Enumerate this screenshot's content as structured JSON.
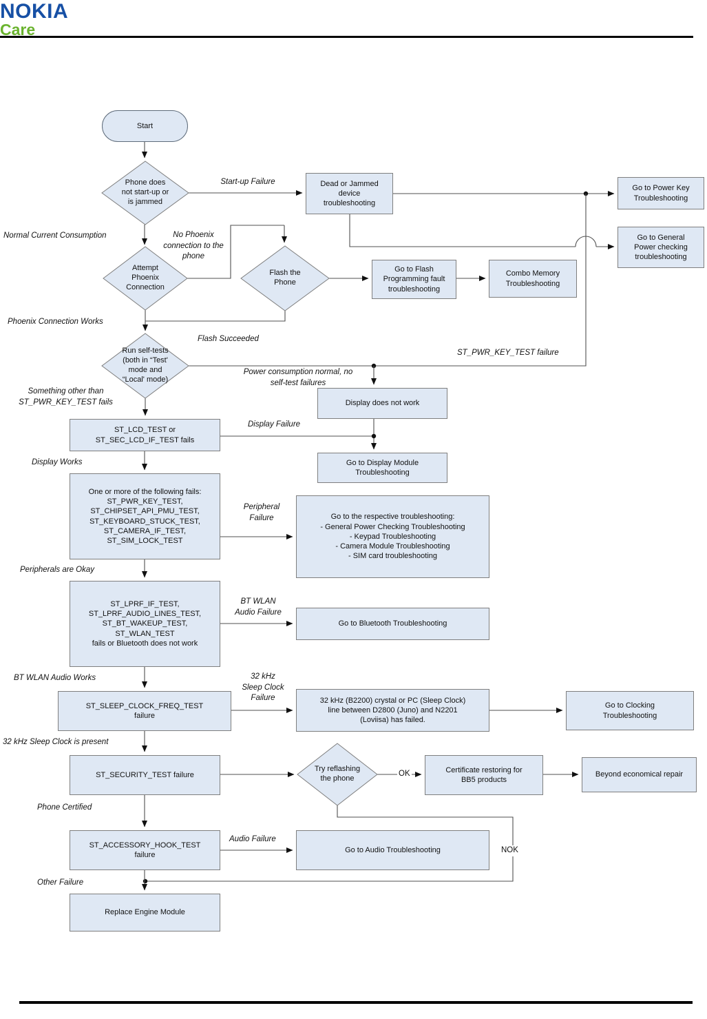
{
  "header": {
    "brand": "NOKIA",
    "product": "Care"
  },
  "colors": {
    "brand_blue": "#1750a5",
    "brand_green": "#6ab32e",
    "node_fill": "#dfe8f4",
    "node_border": "#7e7e7e",
    "connector": "#4f4f4f"
  },
  "nodes": {
    "start": "Start",
    "phone_jam": "Phone does\nnot start-up or\nis jammed",
    "dead_jammed": "Dead or Jammed\ndevice\ntroubleshooting",
    "power_key": "Go to Power Key\nTroubleshooting",
    "general_power": "Go to General\nPower checking\ntroubleshooting",
    "attempt_phoenix": "Attempt\nPhoenix\nConnection",
    "flash_phone": "Flash the\nPhone",
    "flash_fault": "Go to Flash\nProgramming fault\ntroubleshooting",
    "combo_memory": "Combo Memory\nTroubleshooting",
    "self_tests": "Run self-tests\n(both in “Test'\nmode and\n“Local' mode)",
    "display_not_work": "Display does not work",
    "lcd_test": "ST_LCD_TEST or\nST_SEC_LCD_IF_TEST fails",
    "display_module": "Go to Display Module\nTroubleshooting",
    "one_or_more": "One or more of the following fails:\nST_PWR_KEY_TEST,\nST_CHIPSET_API_PMU_TEST,\nST_KEYBOARD_STUCK_TEST,\nST_CAMERA_IF_TEST,\nST_SIM_LOCK_TEST",
    "respective": "Go to the respective troubleshooting:\n- General Power Checking Troubleshooting\n- Keypad Troubleshooting\n- Camera Module Troubleshooting\n- SIM card troubleshooting",
    "lprf": "ST_LPRF_IF_TEST,\nST_LPRF_AUDIO_LINES_TEST,\nST_BT_WAKEUP_TEST,\nST_WLAN_TEST\nfails or Bluetooth does not work",
    "bluetooth": "Go to Bluetooth Troubleshooting",
    "sleep_clock": "ST_SLEEP_CLOCK_FREQ_TEST\nfailure",
    "crystal": "32 kHz (B2200) crystal or PC (Sleep Clock)\nline between D2800 (Juno) and N2201\n(Loviisa) has failed.",
    "clocking": "Go to Clocking\nTroubleshooting",
    "security": "ST_SECURITY_TEST failure",
    "reflash": "Try reflashing\nthe phone",
    "certificate": "Certificate restoring for\nBB5 products",
    "beyond": "Beyond economical repair",
    "accessory": "ST_ACCESSORY_HOOK_TEST\nfailure",
    "audio": "Go to Audio Troubleshooting",
    "replace": "Replace Engine Module"
  },
  "labels": {
    "startup_failure": "Start-up Failure",
    "normal_current": "Normal Current Consumption",
    "no_phoenix": "No Phoenix\nconnection to the\nphone",
    "phoenix_works": "Phoenix Connection Works",
    "flash_succeeded": "Flash Succeeded",
    "pwr_key_failure": "ST_PWR_KEY_TEST failure",
    "power_normal": "Power consumption normal, no\nself-test failures",
    "something_other": "Something other than\nST_PWR_KEY_TEST fails",
    "display_failure": "Display Failure",
    "display_works": "Display Works",
    "peripheral_failure": "Peripheral\nFailure",
    "peripherals_okay": "Peripherals are Okay",
    "bt_wlan_failure": "BT WLAN\nAudio Failure",
    "bt_wlan_works": "BT WLAN Audio Works",
    "sleep_clock_failure": "32 kHz\nSleep Clock\nFailure",
    "sleep_clock_present": "32 kHz Sleep Clock is present",
    "phone_certified": "Phone Certified",
    "ok": "OK",
    "audio_failure": "Audio Failure",
    "nok": "NOK",
    "other_failure": "Other Failure"
  }
}
